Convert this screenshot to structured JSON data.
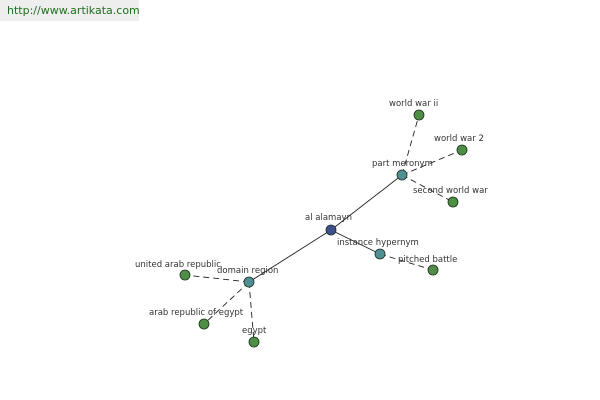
{
  "watermark": {
    "url": "http://www.artikata.com"
  },
  "colors": {
    "center": "#3d4f8f",
    "relation": "#4f8f94",
    "leaf": "#4f8f45"
  },
  "graph": {
    "nodes": [
      {
        "id": "al-alamayn",
        "label": "al alamayn",
        "kind": "center"
      },
      {
        "id": "part-meronym",
        "label": "part meronym",
        "kind": "relation"
      },
      {
        "id": "instance-hypernym",
        "label": "instance hypernym",
        "kind": "relation"
      },
      {
        "id": "domain-region",
        "label": "domain region",
        "kind": "relation"
      },
      {
        "id": "world-war-ii",
        "label": "world war ii",
        "kind": "leaf"
      },
      {
        "id": "world-war-2",
        "label": "world war 2",
        "kind": "leaf"
      },
      {
        "id": "second-world-war",
        "label": "second world war",
        "kind": "leaf"
      },
      {
        "id": "pitched-battle",
        "label": "pitched battle",
        "kind": "leaf"
      },
      {
        "id": "united-arab-republic",
        "label": "united arab republic",
        "kind": "leaf"
      },
      {
        "id": "arab-republic-of-egypt",
        "label": "arab republic of egypt",
        "kind": "leaf"
      },
      {
        "id": "egypt",
        "label": "egypt",
        "kind": "leaf"
      }
    ],
    "edges": [
      {
        "from": "al-alamayn",
        "to": "part-meronym",
        "style": "solid"
      },
      {
        "from": "al-alamayn",
        "to": "instance-hypernym",
        "style": "solid"
      },
      {
        "from": "al-alamayn",
        "to": "domain-region",
        "style": "solid"
      },
      {
        "from": "part-meronym",
        "to": "world-war-ii",
        "style": "dashed"
      },
      {
        "from": "part-meronym",
        "to": "world-war-2",
        "style": "dashed"
      },
      {
        "from": "part-meronym",
        "to": "second-world-war",
        "style": "dashed"
      },
      {
        "from": "instance-hypernym",
        "to": "pitched-battle",
        "style": "dashed"
      },
      {
        "from": "domain-region",
        "to": "united-arab-republic",
        "style": "dashed"
      },
      {
        "from": "domain-region",
        "to": "arab-republic-of-egypt",
        "style": "dashed"
      },
      {
        "from": "domain-region",
        "to": "egypt",
        "style": "dashed"
      }
    ]
  }
}
